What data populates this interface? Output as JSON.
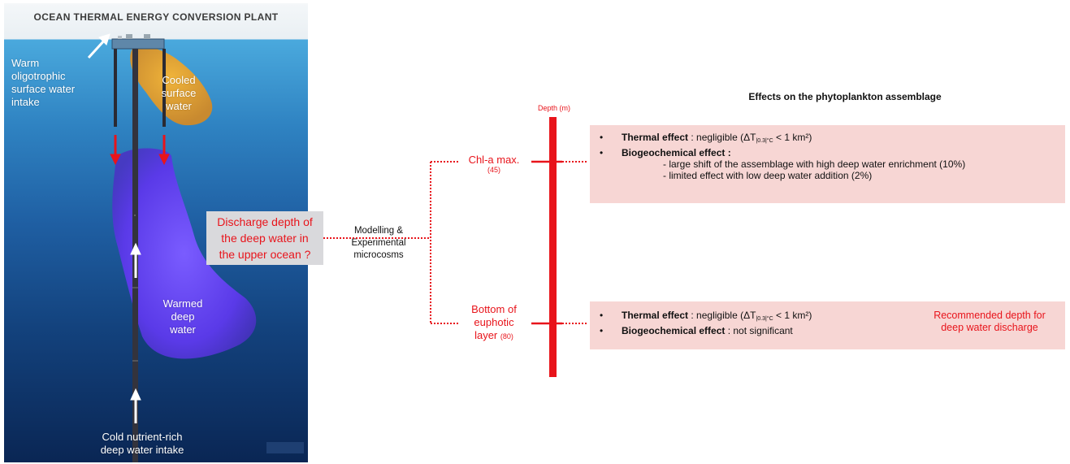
{
  "plant": {
    "title": "OCEAN THERMAL ENERGY CONVERSION PLANT",
    "warm_intake": [
      "Warm",
      "oligotrophic",
      "surface water",
      "intake"
    ],
    "cooled_surface": [
      "Cooled",
      "surface",
      "water"
    ],
    "warmed_deep": [
      "Warmed",
      "deep",
      "water"
    ],
    "cold_intake": [
      "Cold nutrient-rich",
      "deep water intake"
    ]
  },
  "question": {
    "lines": [
      "Discharge depth of",
      "the deep water in",
      "the upper ocean ?"
    ]
  },
  "method": {
    "lines": [
      "Modelling &",
      "Experimental",
      "microcosms"
    ]
  },
  "depths": {
    "axis_label": "Depth (m)",
    "chl_max": {
      "label": "Chl-a max.",
      "value": "(45)"
    },
    "bottom": {
      "lines": [
        "Bottom of",
        "euphotic"
      ],
      "last_line": "layer",
      "value": "(80)"
    }
  },
  "effects": {
    "title": "Effects on the phytoplankton assemblage",
    "top": {
      "thermal_label": "Thermal effect",
      "thermal_text": ": negligible (ΔT",
      "thermal_sub": "|0.3|°C",
      "thermal_end": "< 1 km²)",
      "bio_label": "Biogeochemical effect",
      "bio_text": ":",
      "sub_items": [
        "- large shift of the assemblage with high deep water enrichment (10%)",
        "- limited effect with low deep water addition (2%)"
      ]
    },
    "bottom": {
      "thermal_label": "Thermal effect",
      "thermal_text": ": negligible (ΔT",
      "thermal_sub": "|0.3|°C",
      "thermal_end": "< 1 km²)",
      "bio_label": "Biogeochemical effect",
      "bio_text": ": not significant"
    },
    "recommendation": [
      "Recommended depth for",
      "deep water discharge"
    ]
  },
  "colors": {
    "accent_red": "#e8141b",
    "box_pink": "#f7d6d4",
    "question_gray": "#d9d9dc",
    "plume_purple": "#6a47f2",
    "surface_plume": "#e8a22a"
  }
}
